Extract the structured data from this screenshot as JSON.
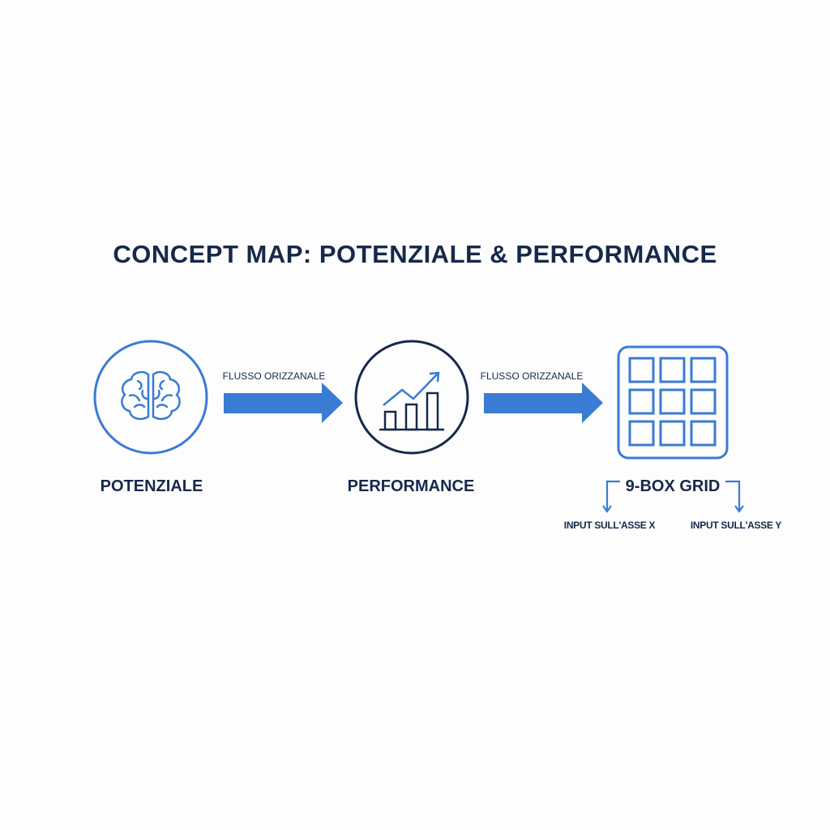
{
  "title": "CONCEPT MAP: POTENZIALE & PERFORMANCE",
  "nodes": [
    {
      "label": "POTENZIALE",
      "icon": "brain-icon"
    },
    {
      "label": "PERFORMANCE",
      "icon": "bar-chart-trend-icon"
    },
    {
      "label": "9-BOX GRID",
      "icon": "grid-icon"
    }
  ],
  "flows": [
    {
      "label": "FLUSSO ORIZZANALE"
    },
    {
      "label": "FLUSSO ORIZZANALE"
    }
  ],
  "grid_inputs": [
    {
      "label": "INPUT SULL'ASSE X"
    },
    {
      "label": "INPUT SULL'ASSE Y"
    }
  ],
  "colors": {
    "accent": "#3a7bd5",
    "dark": "#16294a"
  }
}
